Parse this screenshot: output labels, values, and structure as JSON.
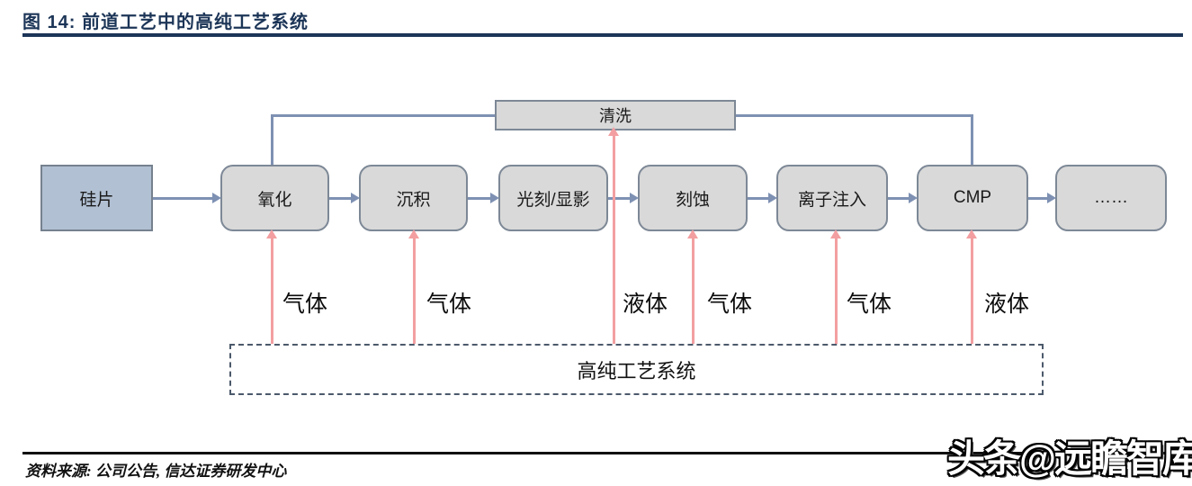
{
  "figure": {
    "title": "图 14:  前道工艺中的高纯工艺系统",
    "source": "资料来源: 公司公告, 信达证券研发中心",
    "watermark": "头条@远瞻智库"
  },
  "diagram": {
    "type": "flowchart",
    "cleaning_node": "清洗",
    "nodes": [
      {
        "label": "硅片",
        "kind": "input-wafer"
      },
      {
        "label": "氧化",
        "kind": "process"
      },
      {
        "label": "沉积",
        "kind": "process"
      },
      {
        "label": "光刻/显影",
        "kind": "process"
      },
      {
        "label": "刻蚀",
        "kind": "process"
      },
      {
        "label": "离子注入",
        "kind": "process"
      },
      {
        "label": "CMP",
        "kind": "process"
      },
      {
        "label": "……",
        "kind": "continuation"
      }
    ],
    "supply_labels": [
      "气体",
      "气体",
      "液体",
      "气体",
      "气体",
      "液体"
    ],
    "system_label": "高纯工艺系统",
    "colors": {
      "accent_navy": "#1c3557",
      "connector_blue": "#7e91b3",
      "supply_pink": "#f39fa1",
      "node_gray": "#d9d9d9",
      "wafer_blue": "#b2c0d3",
      "border_gray": "#7d8896"
    }
  }
}
